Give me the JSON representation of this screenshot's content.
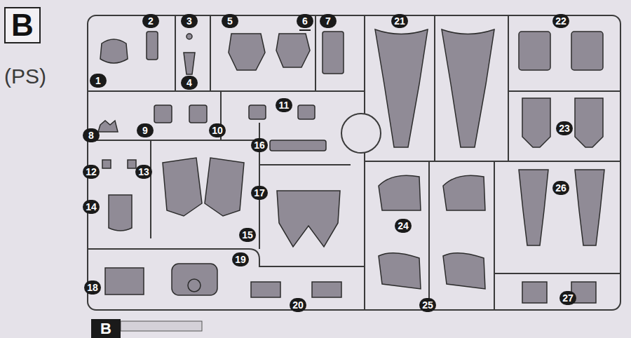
{
  "diagram": {
    "nodes": [
      {
        "text": [
          "B"
        ]
      },
      {
        "text": [
          "B"
        ]
      }
    ],
    "labels": [
      "(PS)",
      "1",
      "2",
      "3",
      "4",
      "5",
      "6",
      "7",
      "8",
      "9",
      "10",
      "11",
      "12",
      "13",
      "14",
      "15",
      "16",
      "17",
      "18",
      "19",
      "20",
      "21",
      "22",
      "23",
      "24",
      "25",
      "26",
      "27"
    ]
  }
}
